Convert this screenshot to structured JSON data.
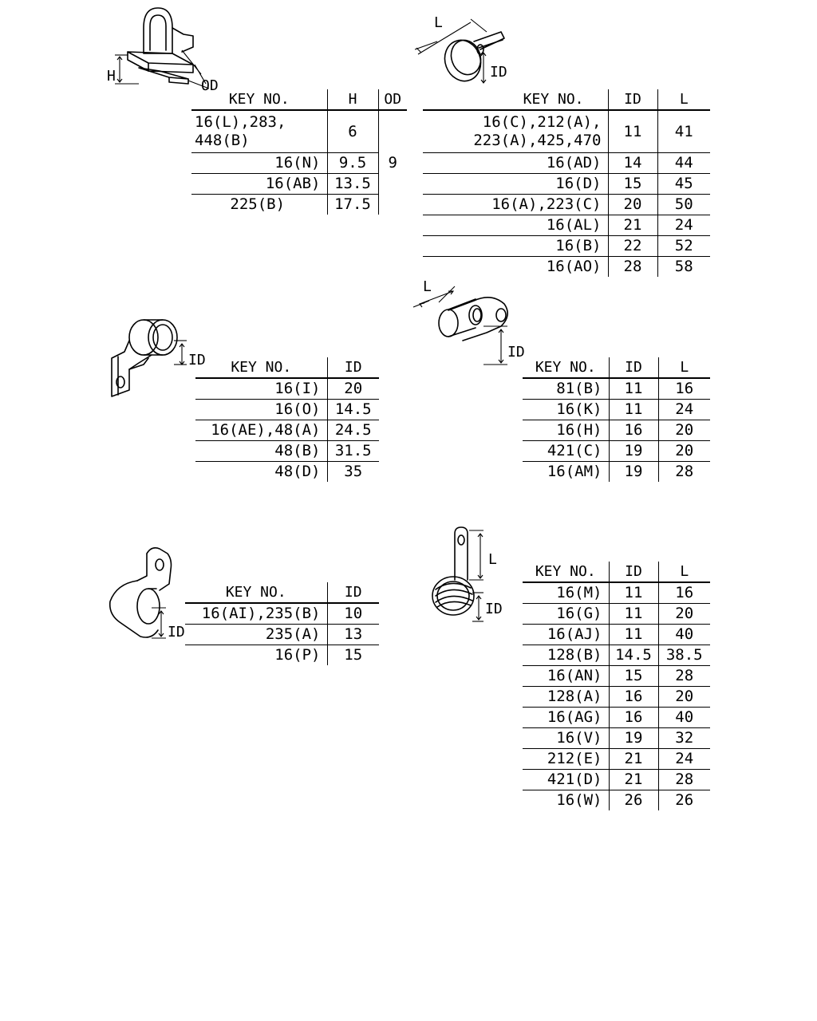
{
  "clip_1": {
    "dim_h": "H",
    "dim_od": "OD",
    "headers": [
      "KEY NO.",
      "H",
      "OD"
    ],
    "od_value": "9",
    "rows": [
      {
        "key": "16(L),283,\n448(B)",
        "h": "6"
      },
      {
        "key": "16(N)",
        "h": "9.5"
      },
      {
        "key": "16(AB)",
        "h": "13.5"
      },
      {
        "key": "225(B)",
        "h": "17.5"
      }
    ]
  },
  "clip_2": {
    "dim_l": "L",
    "dim_id": "ID",
    "headers": [
      "KEY NO.",
      "ID",
      "L"
    ],
    "rows": [
      {
        "key": "16(C),212(A),\n223(A),425,470",
        "id": "11",
        "l": "41"
      },
      {
        "key": "16(AD)",
        "id": "14",
        "l": "44"
      },
      {
        "key": "16(D)",
        "id": "15",
        "l": "45"
      },
      {
        "key": "16(A),223(C)",
        "id": "20",
        "l": "50"
      },
      {
        "key": "16(AL)",
        "id": "21",
        "l": "24"
      },
      {
        "key": "16(B)",
        "id": "22",
        "l": "52"
      },
      {
        "key": "16(AO)",
        "id": "28",
        "l": "58"
      }
    ]
  },
  "clip_3": {
    "dim_id": "ID",
    "headers": [
      "KEY NO.",
      "ID"
    ],
    "rows": [
      {
        "key": "16(I)",
        "id": "20"
      },
      {
        "key": "16(O)",
        "id": "14.5"
      },
      {
        "key": "16(AE),48(A)",
        "id": "24.5"
      },
      {
        "key": "48(B)",
        "id": "31.5"
      },
      {
        "key": "48(D)",
        "id": "35"
      }
    ]
  },
  "clip_4": {
    "dim_l": "L",
    "dim_id": "ID",
    "headers": [
      "KEY NO.",
      "ID",
      "L"
    ],
    "rows": [
      {
        "key": "81(B)",
        "id": "11",
        "l": "16"
      },
      {
        "key": "16(K)",
        "id": "11",
        "l": "24"
      },
      {
        "key": "16(H)",
        "id": "16",
        "l": "20"
      },
      {
        "key": "421(C)",
        "id": "19",
        "l": "20"
      },
      {
        "key": "16(AM)",
        "id": "19",
        "l": "28"
      }
    ]
  },
  "clip_5": {
    "dim_id": "ID",
    "headers": [
      "KEY NO.",
      "ID"
    ],
    "rows": [
      {
        "key": "16(AI),235(B)",
        "id": "10"
      },
      {
        "key": "235(A)",
        "id": "13"
      },
      {
        "key": "16(P)",
        "id": "15"
      }
    ]
  },
  "clip_6": {
    "dim_l": "L",
    "dim_id": "ID",
    "headers": [
      "KEY NO.",
      "ID",
      "L"
    ],
    "rows": [
      {
        "key": "16(M)",
        "id": "11",
        "l": "16"
      },
      {
        "key": "16(G)",
        "id": "11",
        "l": "20"
      },
      {
        "key": "16(AJ)",
        "id": "11",
        "l": "40"
      },
      {
        "key": "128(B)",
        "id": "14.5",
        "l": "38.5"
      },
      {
        "key": "16(AN)",
        "id": "15",
        "l": "28"
      },
      {
        "key": "128(A)",
        "id": "16",
        "l": "20"
      },
      {
        "key": "16(AG)",
        "id": "16",
        "l": "40"
      },
      {
        "key": "16(V)",
        "id": "19",
        "l": "32"
      },
      {
        "key": "212(E)",
        "id": "21",
        "l": "24"
      },
      {
        "key": "421(D)",
        "id": "21",
        "l": "28"
      },
      {
        "key": "16(W)",
        "id": "26",
        "l": "26"
      }
    ]
  }
}
